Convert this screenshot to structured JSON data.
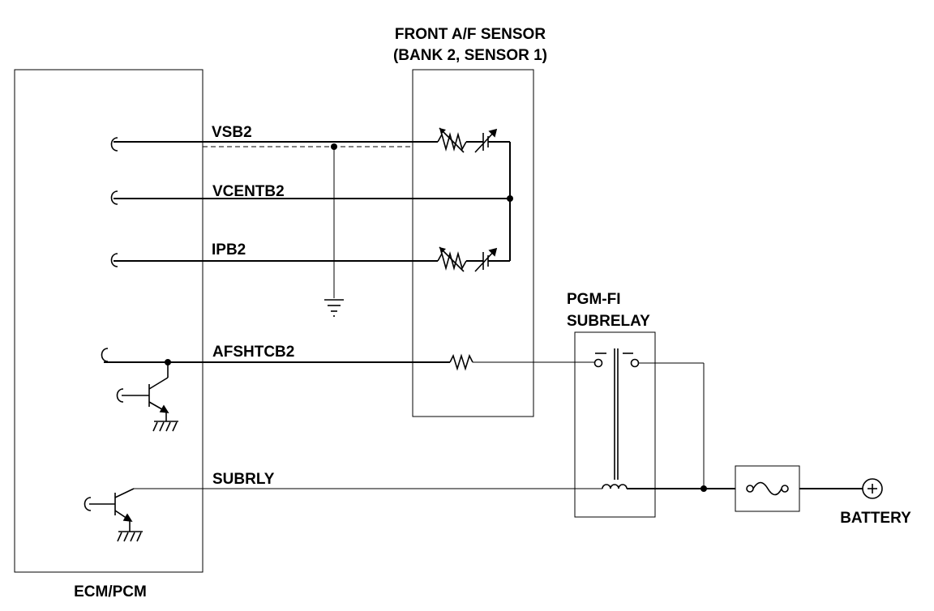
{
  "components": {
    "ecm": "ECM/PCM",
    "sensor_line1": "FRONT A/F SENSOR",
    "sensor_line2": "(BANK 2, SENSOR 1)",
    "relay_line1": "PGM-FI",
    "relay_line2": "SUBRELAY",
    "battery": "BATTERY"
  },
  "wires": {
    "vsb2": "VSB2",
    "vcentb2": "VCENTB2",
    "ipb2": "IPB2",
    "afshtcb2": "AFSHTCB2",
    "subrly": "SUBRLY"
  }
}
